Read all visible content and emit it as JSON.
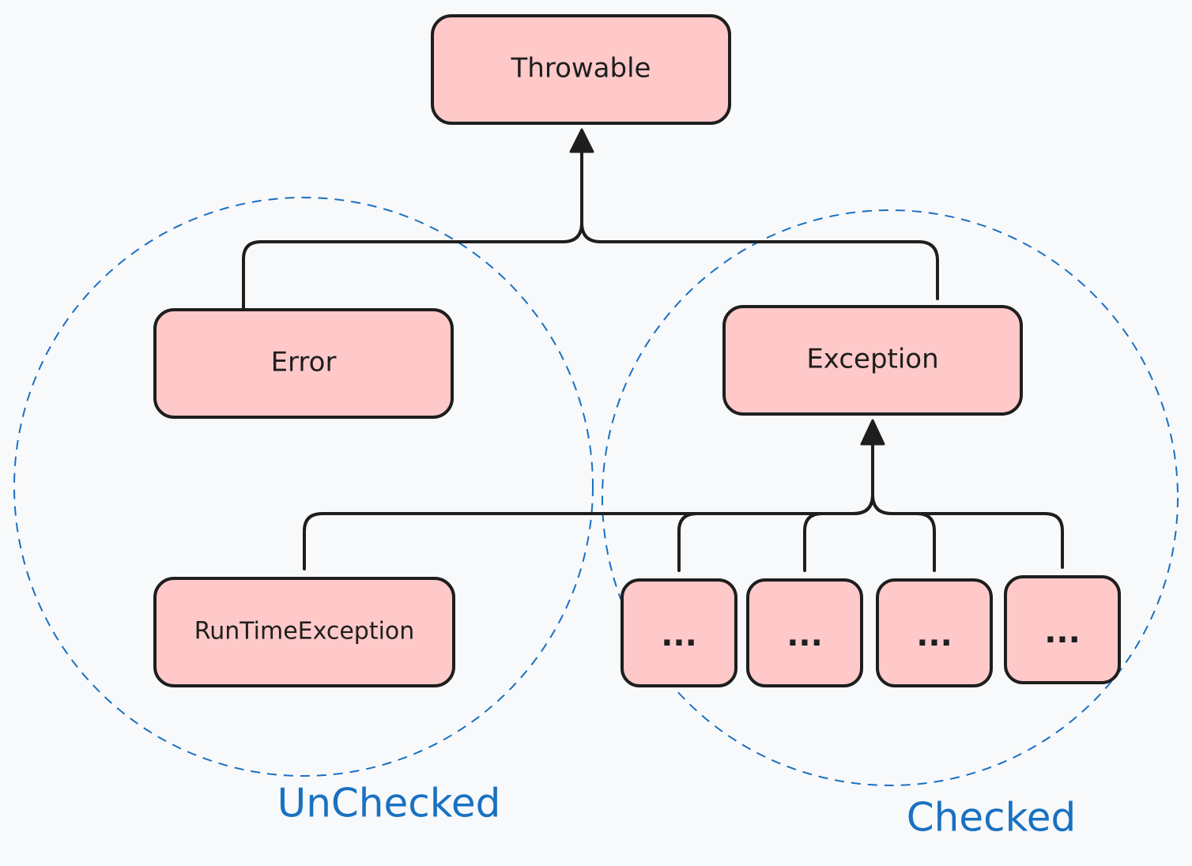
{
  "diagram": {
    "nodes": {
      "throwable": "Throwable",
      "error": "Error",
      "exception": "Exception",
      "runtime": "RunTimeException",
      "checked_1": "...",
      "checked_2": "...",
      "checked_3": "...",
      "checked_4": "..."
    },
    "groups": {
      "unchecked": "UnChecked",
      "checked": "Checked"
    },
    "colors": {
      "node_fill": "#ffc9c9",
      "node_stroke": "#1e1e1e",
      "group_stroke": "#1971c2",
      "background": "#f8f9fa"
    }
  }
}
